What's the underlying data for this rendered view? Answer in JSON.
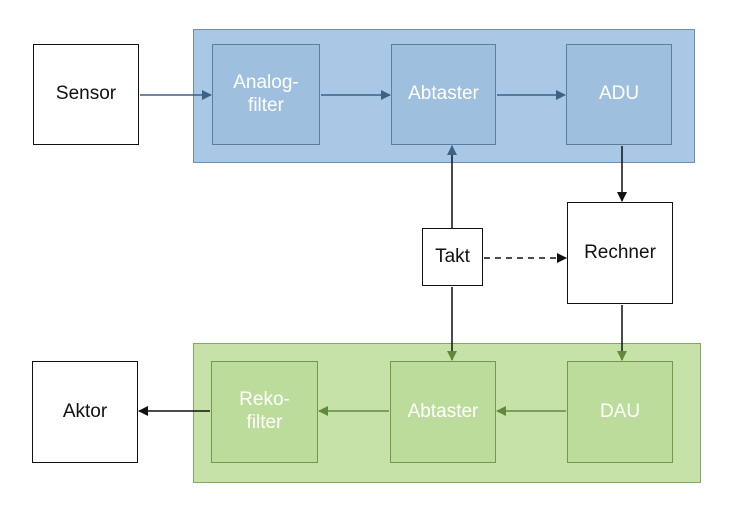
{
  "colors": {
    "adc_group_fill": "#a9c8e6",
    "adc_block_fill": "#9fbfdf",
    "dac_group_fill": "#c6e2a8",
    "dac_block_fill": "#bcdc9c",
    "black_arrow": "#111111",
    "blue_arrow": "#3f6186",
    "green_arrow": "#5f8a3c"
  },
  "blocks": {
    "sensor": "Sensor",
    "analogfilter": "Analog-\nfilter",
    "abtaster_top": "Abtaster",
    "adu": "ADU",
    "takt": "Takt",
    "rechner": "Rechner",
    "aktor": "Aktor",
    "rekofilter": "Reko-\nfilter",
    "abtaster_bottom": "Abtaster",
    "dau": "DAU"
  }
}
